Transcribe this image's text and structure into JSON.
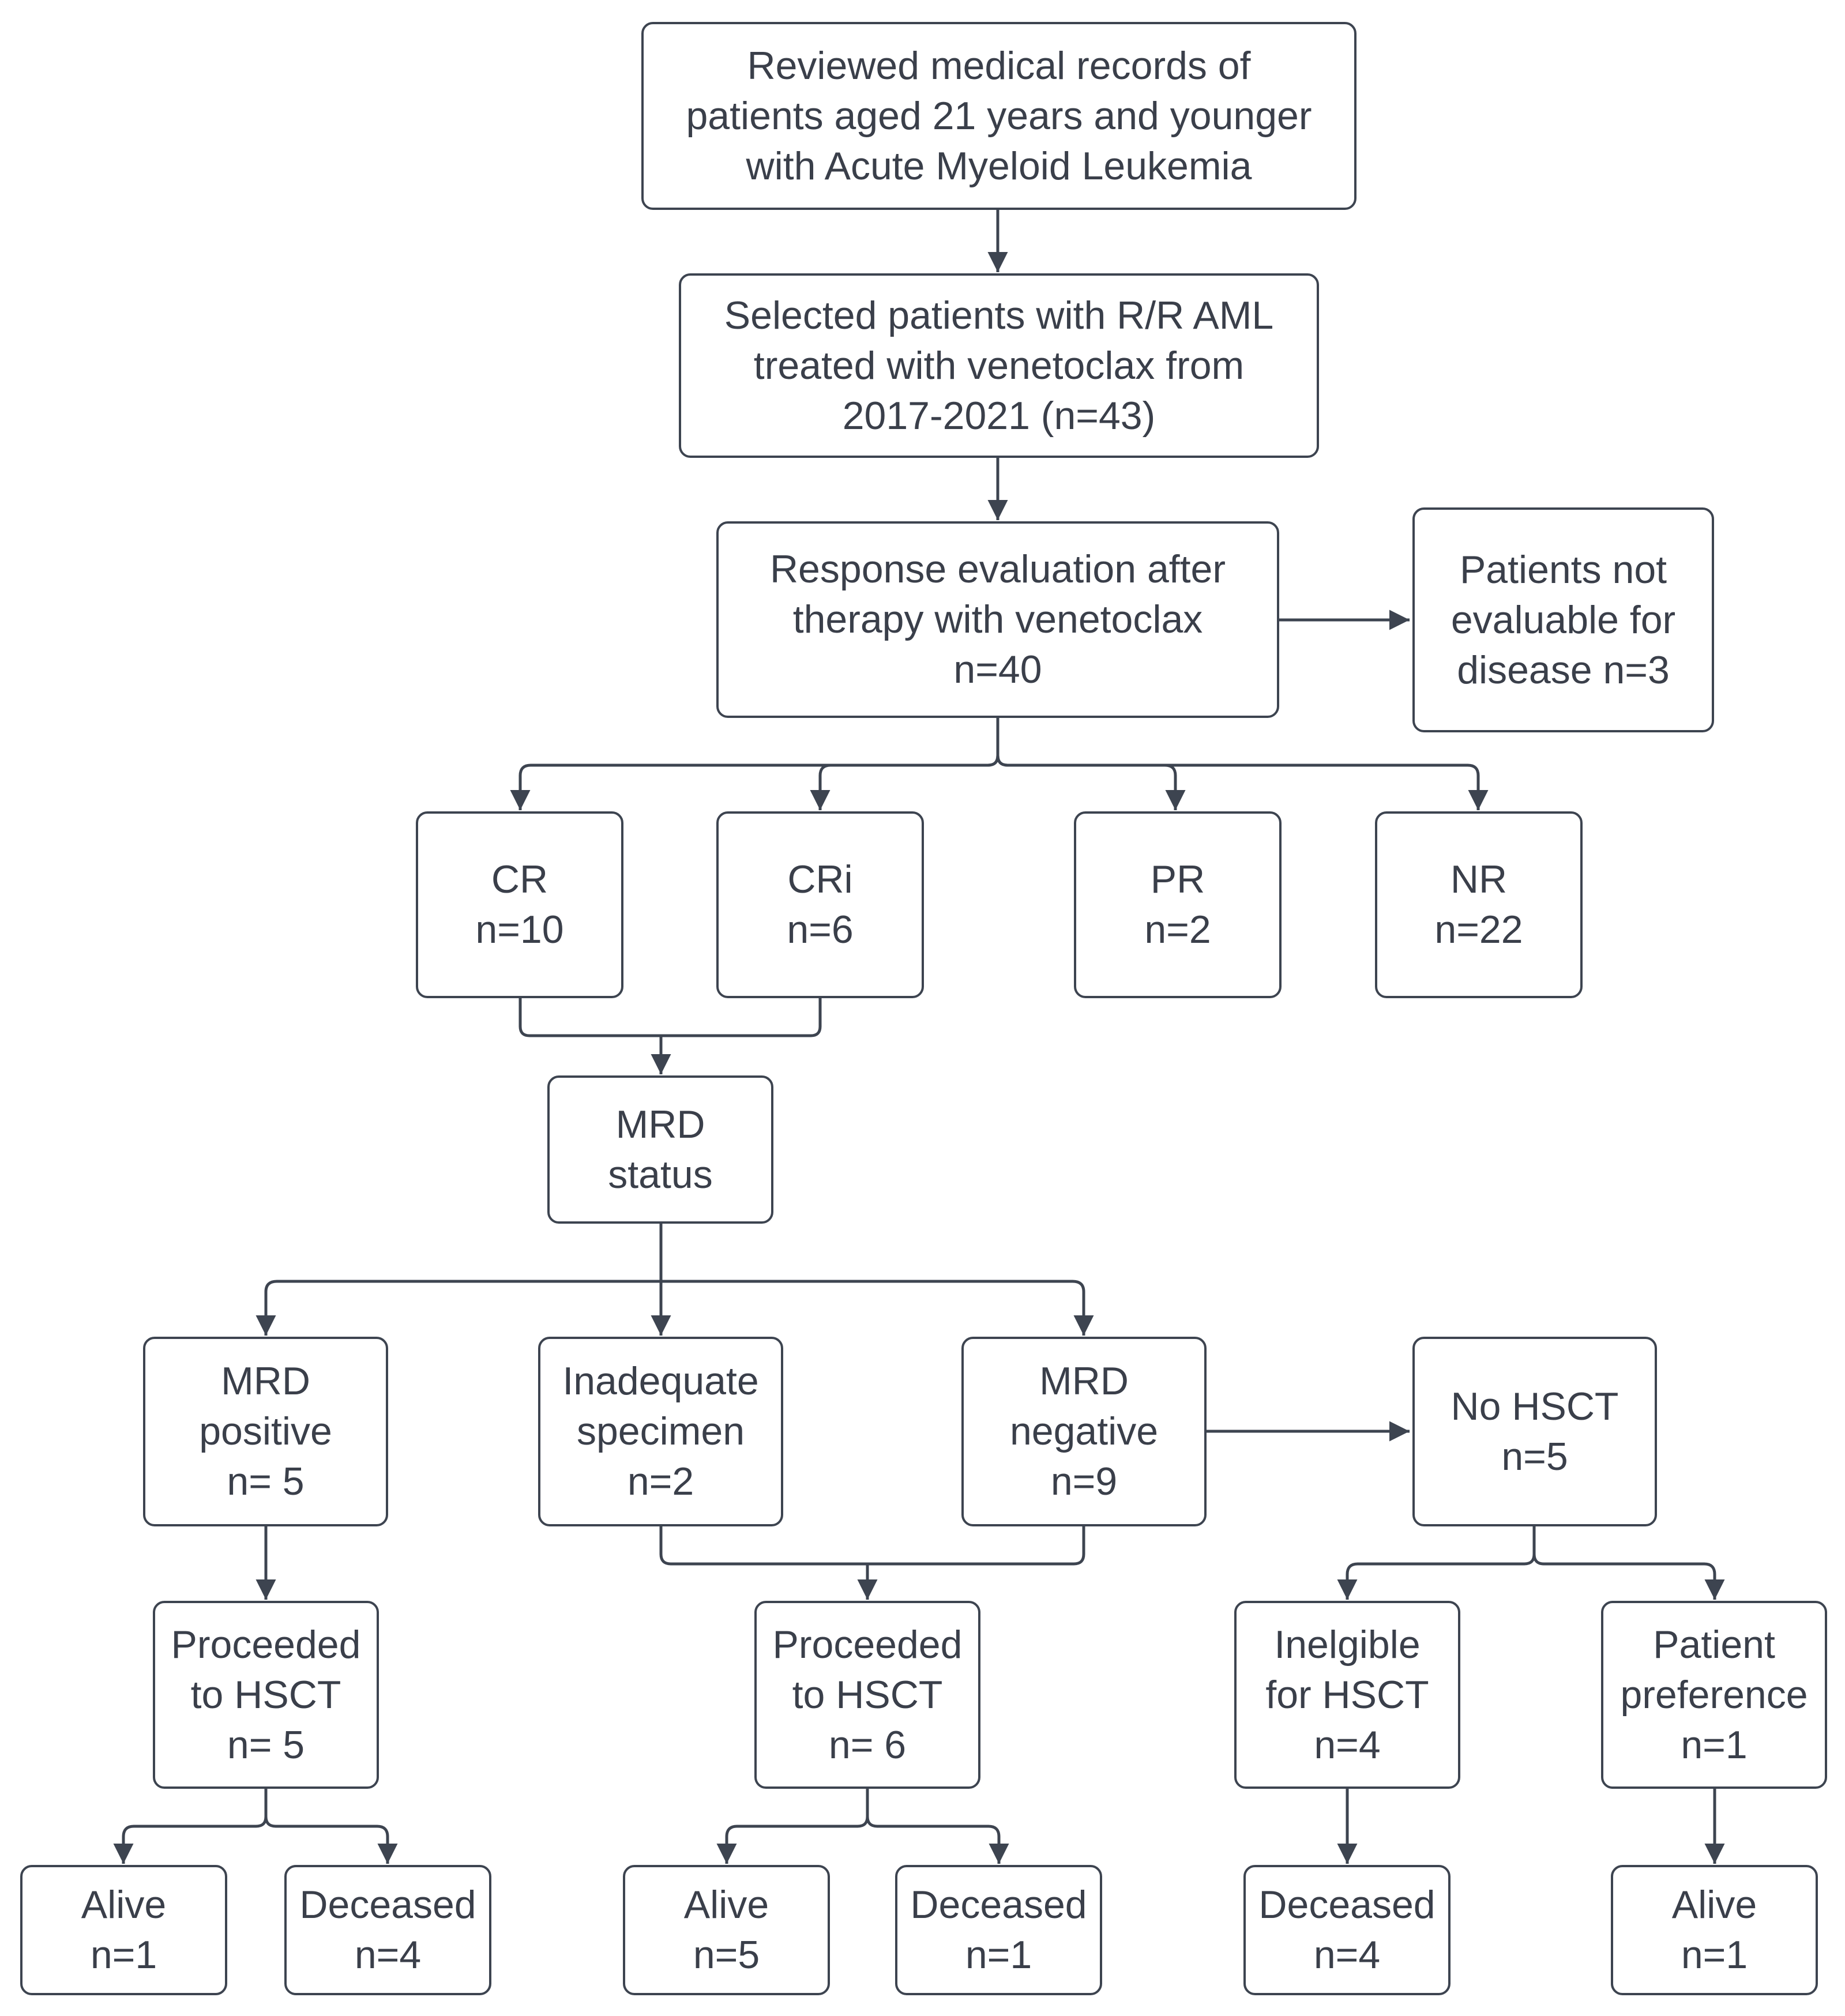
{
  "diagram": {
    "colors": {
      "stroke": "#3d4450",
      "text": "#3a3f4a",
      "background": "#ffffff"
    },
    "nodes": {
      "reviewed": {
        "lines": [
          "Reviewed medical records of",
          "patients aged 21 years and younger",
          "with Acute Myeloid Leukemia"
        ]
      },
      "selected": {
        "lines": [
          "Selected patients with R/R AML",
          "treated with venetoclax from",
          "2017-2021 (n=43)"
        ]
      },
      "response": {
        "lines": [
          "Response evaluation after",
          "therapy with venetoclax",
          "n=40"
        ]
      },
      "not_evaluable": {
        "lines": [
          "Patients not",
          "evaluable for",
          "disease n=3"
        ]
      },
      "cr": {
        "lines": [
          "CR",
          "n=10"
        ]
      },
      "cri": {
        "lines": [
          "CRi",
          "n=6"
        ]
      },
      "pr": {
        "lines": [
          "PR",
          "n=2"
        ]
      },
      "nr": {
        "lines": [
          "NR",
          "n=22"
        ]
      },
      "mrd_status": {
        "lines": [
          "MRD",
          "status"
        ]
      },
      "mrd_positive": {
        "lines": [
          "MRD",
          "positive",
          "n= 5"
        ]
      },
      "inadequate": {
        "lines": [
          "Inadequate",
          "specimen",
          "n=2"
        ]
      },
      "mrd_negative": {
        "lines": [
          "MRD",
          "negative",
          "n=9"
        ]
      },
      "no_hsct": {
        "lines": [
          "No HSCT",
          "n=5"
        ]
      },
      "hsct_positive": {
        "lines": [
          "Proceeded",
          "to HSCT",
          "n= 5"
        ]
      },
      "hsct_other": {
        "lines": [
          "Proceeded",
          "to HSCT",
          "n= 6"
        ]
      },
      "ineligible": {
        "lines": [
          "Inelgible",
          "for HSCT",
          "n=4"
        ]
      },
      "preference": {
        "lines": [
          "Patient",
          "preference",
          "n=1"
        ]
      },
      "alive_1": {
        "lines": [
          "Alive",
          "n=1"
        ]
      },
      "deceased_4": {
        "lines": [
          "Deceased",
          "n=4"
        ]
      },
      "alive_5": {
        "lines": [
          "Alive",
          "n=5"
        ]
      },
      "deceased_1": {
        "lines": [
          "Deceased",
          "n=1"
        ]
      },
      "deceased_ineligible": {
        "lines": [
          "Deceased",
          "n=4"
        ]
      },
      "alive_preference": {
        "lines": [
          "Alive",
          "n=1"
        ]
      }
    }
  }
}
